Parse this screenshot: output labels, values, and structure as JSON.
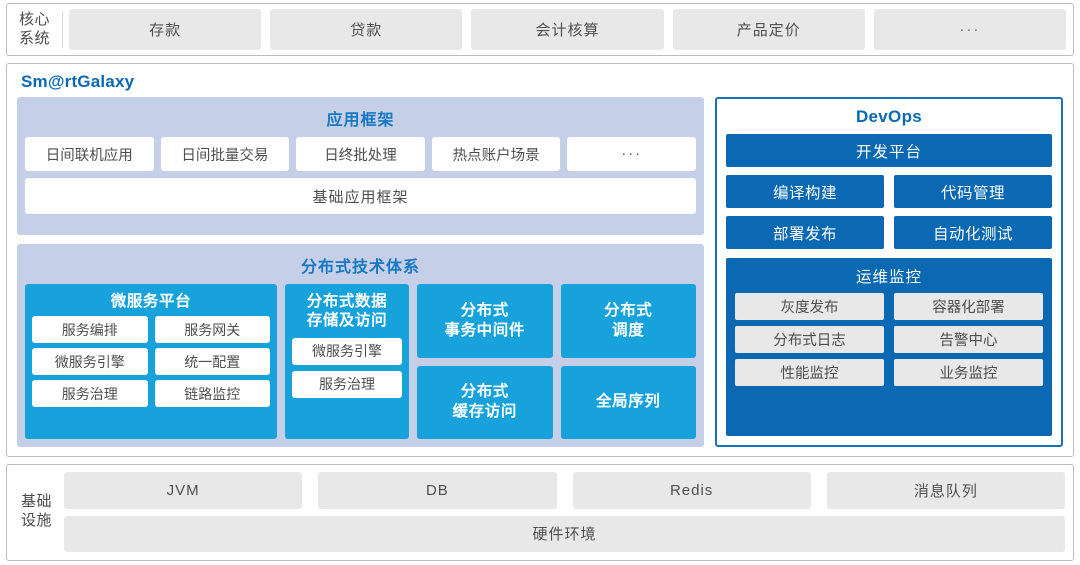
{
  "colors": {
    "brand_blue": "#0a69b2",
    "bright_blue": "#17a2dc",
    "panel_periwinkle": "#c6cfe8",
    "chip_grey": "#e8e8e8",
    "title_blue": "#1878c4"
  },
  "core_systems": {
    "label_line1": "核心",
    "label_line2": "系统",
    "items": [
      "存款",
      "贷款",
      "会计核算",
      "产品定价",
      "···"
    ]
  },
  "galaxy": {
    "title": "Sm@rtGalaxy",
    "app_framework": {
      "title": "应用框架",
      "items": [
        "日间联机应用",
        "日间批量交易",
        "日终批处理",
        "热点账户场景",
        "···"
      ],
      "base": "基础应用框架"
    },
    "dist_tech": {
      "title": "分布式技术体系",
      "microservice": {
        "title": "微服务平台",
        "items": [
          "服务编排",
          "服务网关",
          "微服务引擎",
          "统一配置",
          "服务治理",
          "链路监控"
        ]
      },
      "storage": {
        "title": "分布式数据\n存储及访问",
        "title_line1": "分布式数据",
        "title_line2": "存储及访问",
        "items": [
          "微服务引擎",
          "服务治理"
        ]
      },
      "cards": [
        {
          "line1": "分布式",
          "line2": "事务中间件"
        },
        {
          "line1": "分布式",
          "line2": "调度"
        },
        {
          "line1": "分布式",
          "line2": "缓存访问"
        },
        {
          "line1": "全局序列",
          "line2": ""
        }
      ]
    }
  },
  "devops": {
    "title": "DevOps",
    "platform": "开发平台",
    "row1": [
      "编译构建",
      "代码管理"
    ],
    "row2": [
      "部署发布",
      "自动化测试"
    ],
    "ops": {
      "title": "运维监控",
      "items": [
        "灰度发布",
        "容器化部署",
        "分布式日志",
        "告警中心",
        "性能监控",
        "业务监控"
      ]
    }
  },
  "infrastructure": {
    "label_line1": "基础",
    "label_line2": "设施",
    "items": [
      "JVM",
      "DB",
      "Redis",
      "消息队列"
    ],
    "hardware": "硬件环境"
  }
}
